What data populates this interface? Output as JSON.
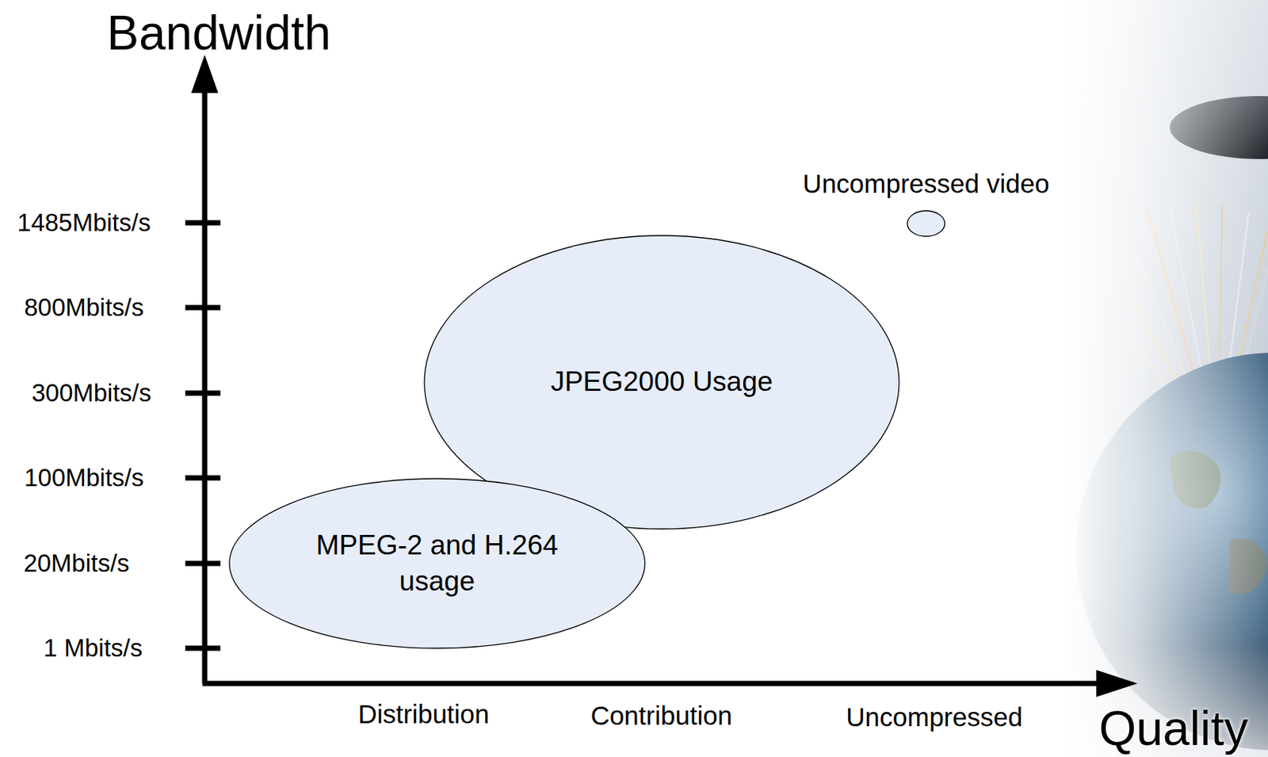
{
  "diagram": {
    "nodes": [
      {
        "text": [
          "Uncompressed video"
        ]
      },
      {
        "text": [
          "JPEG2000 Usage"
        ]
      },
      {
        "text": [
          "MPEG-2 and H.264 usage"
        ]
      }
    ],
    "labels": [
      "Bandwidth",
      "1485Mbits/s",
      "800Mbits/s",
      "300Mbits/s",
      "100Mbits/s",
      "20Mbits/s",
      "1 Mbits/s",
      "Distribution",
      "Contribution",
      "Uncompressed",
      "Quality"
    ]
  }
}
